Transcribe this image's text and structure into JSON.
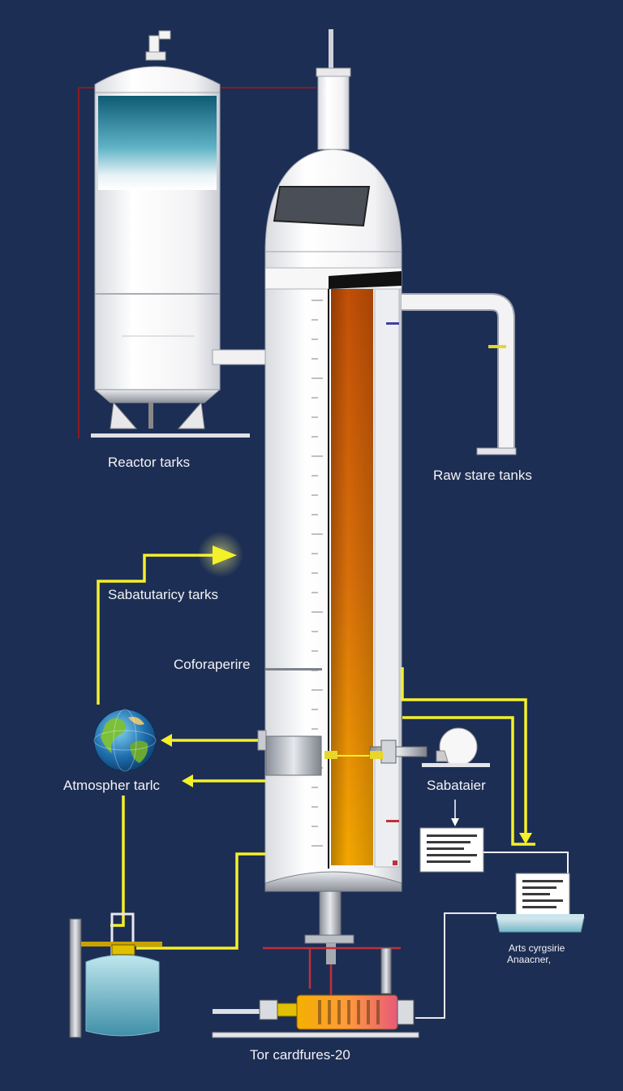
{
  "labels": {
    "reactor_tanks": "Reactor tarks",
    "raw_storage_tanks": "Raw stare tanks",
    "sabatutaricy_tanks": "Sabatutaricy tarks",
    "coforaperire": "Coforaperire",
    "atmosphere": "Atmospher tarlc",
    "sabatier": "Sabataier",
    "arts_oxygen_line1": "Arts cyrgsirie",
    "arts_oxygen_line2": "Anaacner,",
    "tor_cardfures": "Tor cardfures-20"
  },
  "colors": {
    "background": "#1d2e55",
    "pipe_yellow": "#f4f02a",
    "column_orange": "#d66a10",
    "column_amber": "#f0a000",
    "vessel_white": "#f4f4f4",
    "water_teal": "#2a7f9a",
    "red_frame": "#8a1c1c"
  },
  "icons": {
    "globe": "globe-icon",
    "arrow": "arrow-right-icon"
  }
}
